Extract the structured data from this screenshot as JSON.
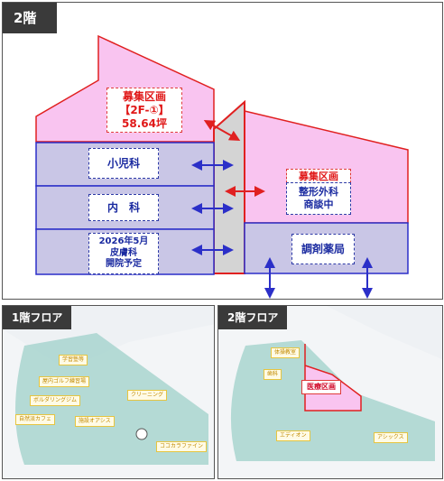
{
  "floor2": {
    "tag": "2階",
    "recruit_a": {
      "line1": "募集区画",
      "line2": "【2F-①】",
      "line3": "58.64坪"
    },
    "pediatrics": "小児科",
    "internal": "内　科",
    "derm": {
      "line1": "2026年5月",
      "line2": "皮膚科",
      "line3": "開院予定"
    },
    "recruit_b": {
      "title": "募集区画",
      "line1": "整形外科",
      "line2": "商談中"
    },
    "pharmacy": "調剤薬局"
  },
  "floor1_map": {
    "tag": "1階フロア",
    "labels": [
      "学習塾等",
      "屋内ゴルフ練習場",
      "ボルダリングジム",
      "自然派カフェ",
      "クリーニング",
      "施設オアシス",
      "ココカラファイン"
    ]
  },
  "floor2_map": {
    "tag": "2階フロア",
    "labels": [
      "体操教室",
      "歯科",
      "医療区画",
      "エディオン",
      "アシックス"
    ]
  },
  "colors": {
    "pink": "#f9c4f0",
    "lavender": "#c9c6e6",
    "corridor": "#d4d4d4",
    "blue": "#2b2fc8",
    "red": "#e02020",
    "dark_tag": "#3a3a3a",
    "map_teal": "#a8d5cf"
  }
}
